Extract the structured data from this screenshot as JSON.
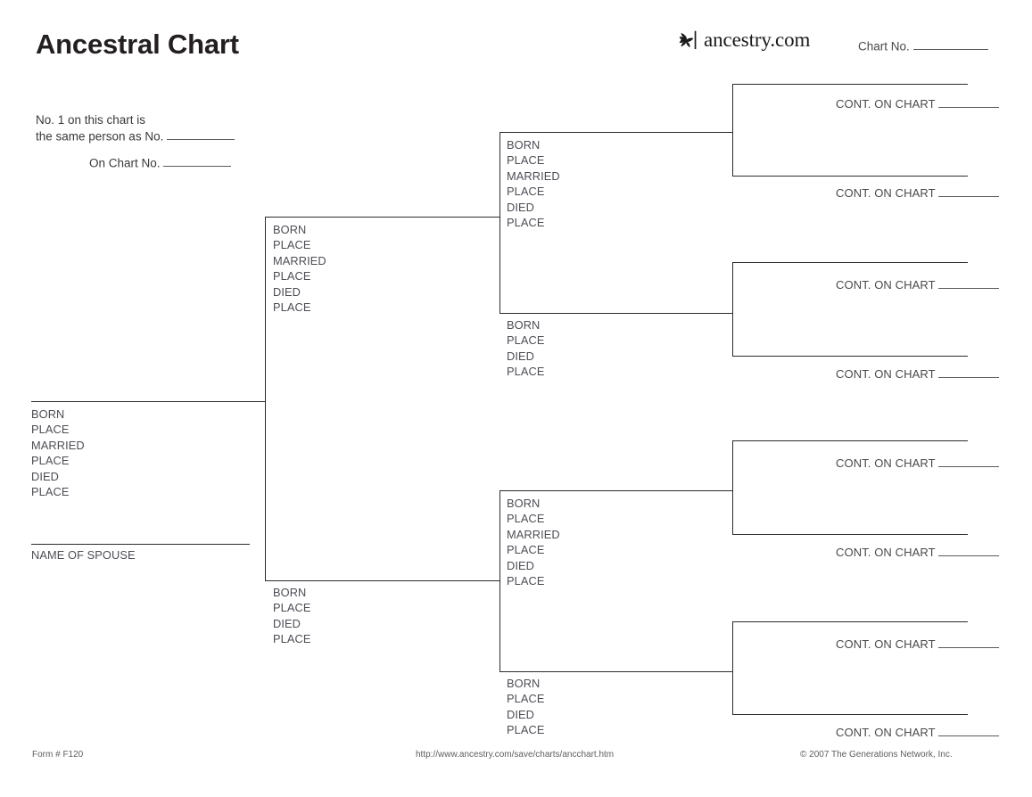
{
  "page": {
    "title": "Ancestral Chart"
  },
  "brand": {
    "name": "ancestry.com",
    "logo_icon": "ancestry-leaf-icon"
  },
  "header": {
    "chart_no_label": "Chart No.",
    "note_line_1": "No. 1 on this chart is",
    "note_line_2": "the same person as No.",
    "note_line_3": "On Chart No."
  },
  "fields": {
    "born": "BORN",
    "place": "PLACE",
    "married": "MARRIED",
    "died": "DIED",
    "name_of_spouse": "NAME OF SPOUSE"
  },
  "cont_on_chart_label": "CONT. ON CHART",
  "generations": {
    "gen1": {
      "person": {
        "lines": [
          "BORN",
          "PLACE",
          "MARRIED",
          "PLACE",
          "DIED",
          "PLACE"
        ],
        "spouse_label": "NAME OF SPOUSE"
      }
    },
    "gen2": {
      "father": {
        "lines": [
          "BORN",
          "PLACE",
          "MARRIED",
          "PLACE",
          "DIED",
          "PLACE"
        ]
      },
      "mother": {
        "lines": [
          "BORN",
          "PLACE",
          "DIED",
          "PLACE"
        ]
      }
    },
    "gen3": {
      "p4": {
        "lines": [
          "BORN",
          "PLACE",
          "MARRIED",
          "PLACE",
          "DIED",
          "PLACE"
        ]
      },
      "p5": {
        "lines": [
          "BORN",
          "PLACE",
          "DIED",
          "PLACE"
        ]
      },
      "p6": {
        "lines": [
          "BORN",
          "PLACE",
          "MARRIED",
          "PLACE",
          "DIED",
          "PLACE"
        ]
      },
      "p7": {
        "lines": [
          "BORN",
          "PLACE",
          "DIED",
          "PLACE"
        ]
      }
    },
    "gen4": {
      "slots": [
        {
          "cont_top": "CONT. ON CHART",
          "cont_bottom": "CONT. ON CHART"
        },
        {
          "cont_top": "CONT. ON CHART",
          "cont_bottom": "CONT. ON CHART"
        },
        {
          "cont_top": "CONT. ON CHART",
          "cont_bottom": "CONT. ON CHART"
        },
        {
          "cont_top": "CONT. ON CHART",
          "cont_bottom": "CONT. ON CHART"
        }
      ]
    }
  },
  "footer": {
    "form_number": "Form # F120",
    "url": "http://www.ancestry.com/save/charts/ancchart.htm",
    "copyright": "© 2007 The Generations Network, Inc."
  },
  "colors": {
    "line": "#2b2b2b",
    "text": "#4d4d55",
    "title": "#231f20"
  }
}
